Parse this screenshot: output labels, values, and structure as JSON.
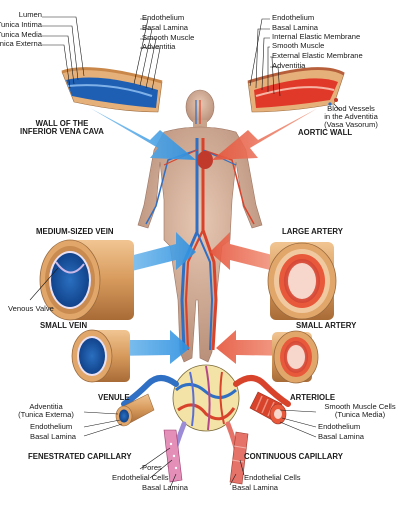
{
  "top_left_labels": [
    "Lumen",
    "Tunica Intima",
    "Tunica Media",
    "Tunica Externa"
  ],
  "top_left_mid_labels": [
    "Endothelium",
    "Basal Lamina",
    "Smooth Muscle",
    "Adventitia"
  ],
  "top_right_labels": [
    "Endothelium",
    "Basal Lamina",
    "Internal Elastic Membrane",
    "Smooth Muscle",
    "External Elastic Membrane",
    "Adventitia"
  ],
  "vasa_vasorum": [
    "Blood Vessels",
    "in the Adventitia",
    "(Vasa Vasorum)"
  ],
  "titles": {
    "ivc": [
      "WALL OF THE",
      "INFERIOR VENA CAVA"
    ],
    "aortic": "AORTIC WALL",
    "medium_vein": "MEDIUM-SIZED VEIN",
    "large_artery": "LARGE ARTERY",
    "small_vein": "SMALL VEIN",
    "small_artery": "SMALL ARTERY",
    "venule": "VENULE",
    "arteriole": "ARTERIOLE",
    "fenestrated": "FENESTRATED CAPILLARY",
    "continuous": "CONTINUOUS CAPILLARY"
  },
  "venous_valve": "Venous Valve",
  "venule_labels": [
    "Adventitia",
    "(Tunica Externa)",
    "Endothelium",
    "Basal Lamina"
  ],
  "arteriole_labels": [
    "Smooth Muscle Cells",
    "(Tunica Media)",
    "Endothelium",
    "Basal Lamina"
  ],
  "fenestrated_labels": [
    "Pores",
    "Endothelial Cells",
    "Basal Lamina"
  ],
  "continuous_labels": [
    "Endothelial Cells",
    "Basal Lamina"
  ],
  "colors": {
    "vein": "#3a8fd6",
    "artery": "#e8583a",
    "tissue": "#d9a36b",
    "body": "#c9a48c"
  }
}
